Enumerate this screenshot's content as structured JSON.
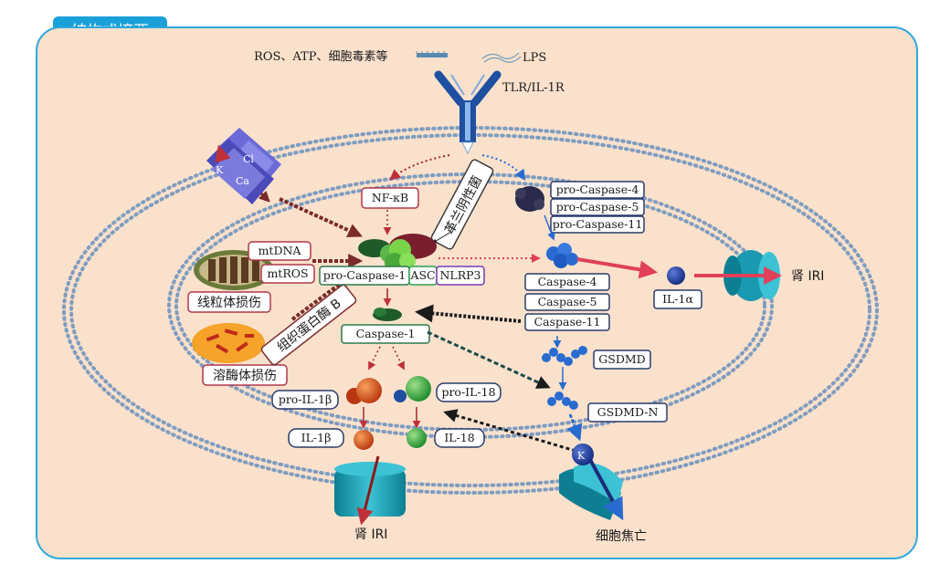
{
  "panel": {
    "title": "结构式摘要"
  },
  "stimuli": {
    "ros_atp": "ROS、ATP、细胞毒素等",
    "lps": "LPS",
    "receptor": "TLR/IL-1R"
  },
  "channel": {
    "k": "K",
    "cl": "Cl",
    "ca": "Ca"
  },
  "nodes": {
    "nfkb": "NF-κB",
    "gram_negative": "革兰阴性菌",
    "mtdna": "mtDNA",
    "mtros": "mtROS",
    "mito_damage": "线粒体损伤",
    "cathepsin_b": "组织蛋白酶 B",
    "lysosome_damage": "溶酶体损伤",
    "pro_caspase_1": "pro-Caspase-1",
    "asc": "ASC",
    "nlrp3": "NLRP3",
    "caspase_1": "Caspase-1",
    "pro_caspase_4": "pro-Caspase-4",
    "pro_caspase_5": "pro-Caspase-5",
    "pro_caspase_11": "pro-Caspase-11",
    "caspase_4": "Caspase-4",
    "caspase_5": "Caspase-5",
    "caspase_11": "Caspase-11",
    "il1a": "IL-1α",
    "kidney_iri_right": "肾 IRI",
    "gsdmd": "GSDMD",
    "gsdmd_n": "GSDMD-N",
    "pro_il1b": "pro-IL-1β",
    "pro_il18": "pro-IL-18",
    "il1b": "IL-1β",
    "il18": "IL-18",
    "k_plus": "K",
    "pyroptosis": "细胞焦亡",
    "kidney_iri_bottom": "肾 IRI"
  },
  "colors": {
    "panel_bg": "#fae1cc",
    "panel_border": "#2fa8dc",
    "tab_bg": "#1aa0d8",
    "membrane": "#7e9cc0",
    "inflammasome_green": "#3c8a3c",
    "caspase_blue": "#2a6bd0",
    "kidney_teal": "#1a9ab0",
    "arrow_red": "#e0405a",
    "arrow_dark": "#3a2a20"
  }
}
